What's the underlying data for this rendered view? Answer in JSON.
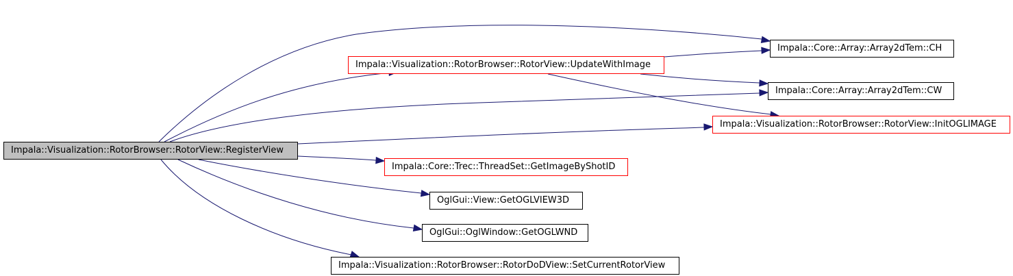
{
  "diagram": {
    "type": "call-graph",
    "edge_color": "#191970",
    "nodes": {
      "register_view": {
        "label": "Impala::Visualization::RotorBrowser::RotorView::RegisterView",
        "border": "#000000",
        "fill": "#bfbfbf"
      },
      "update_with_image": {
        "label": "Impala::Visualization::RotorBrowser::RotorView::UpdateWithImage",
        "border": "#ff0000"
      },
      "array_ch": {
        "label": "Impala::Core::Array::Array2dTem::CH",
        "border": "#000000"
      },
      "array_cw": {
        "label": "Impala::Core::Array::Array2dTem::CW",
        "border": "#000000"
      },
      "init_ogl_image": {
        "label": "Impala::Visualization::RotorBrowser::RotorView::InitOGLIMAGE",
        "border": "#ff0000"
      },
      "get_image_by_shot_id": {
        "label": "Impala::Core::Trec::ThreadSet::GetImageByShotID",
        "border": "#ff0000"
      },
      "get_oglview3d": {
        "label": "OglGui::View::GetOGLVIEW3D",
        "border": "#000000"
      },
      "get_oglwnd": {
        "label": "OglGui::OglWindow::GetOGLWND",
        "border": "#000000"
      },
      "set_current_rotor_view": {
        "label": "Impala::Visualization::RotorBrowser::RotorDoDView::SetCurrentRotorView",
        "border": "#000000"
      }
    },
    "edges": [
      {
        "from": "register_view",
        "to": "array_ch"
      },
      {
        "from": "register_view",
        "to": "update_with_image"
      },
      {
        "from": "register_view",
        "to": "array_cw"
      },
      {
        "from": "register_view",
        "to": "init_ogl_image"
      },
      {
        "from": "register_view",
        "to": "get_image_by_shot_id"
      },
      {
        "from": "register_view",
        "to": "get_oglview3d"
      },
      {
        "from": "register_view",
        "to": "get_oglwnd"
      },
      {
        "from": "register_view",
        "to": "set_current_rotor_view"
      },
      {
        "from": "update_with_image",
        "to": "array_ch"
      },
      {
        "from": "update_with_image",
        "to": "array_cw"
      },
      {
        "from": "update_with_image",
        "to": "init_ogl_image"
      }
    ]
  }
}
